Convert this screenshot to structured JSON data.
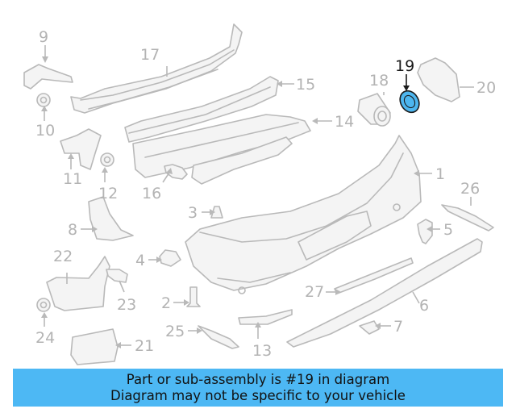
{
  "diagram": {
    "highlighted_part": "19",
    "callouts": [
      {
        "id": "c1",
        "label": "1"
      },
      {
        "id": "c2",
        "label": "2"
      },
      {
        "id": "c3",
        "label": "3"
      },
      {
        "id": "c4",
        "label": "4"
      },
      {
        "id": "c5",
        "label": "5"
      },
      {
        "id": "c6",
        "label": "6"
      },
      {
        "id": "c7",
        "label": "7"
      },
      {
        "id": "c8",
        "label": "8"
      },
      {
        "id": "c9",
        "label": "9"
      },
      {
        "id": "c10",
        "label": "10"
      },
      {
        "id": "c11",
        "label": "11"
      },
      {
        "id": "c12",
        "label": "12"
      },
      {
        "id": "c13",
        "label": "13"
      },
      {
        "id": "c14",
        "label": "14"
      },
      {
        "id": "c15",
        "label": "15"
      },
      {
        "id": "c16",
        "label": "16"
      },
      {
        "id": "c17",
        "label": "17"
      },
      {
        "id": "c18",
        "label": "18"
      },
      {
        "id": "c19",
        "label": "19"
      },
      {
        "id": "c20",
        "label": "20"
      },
      {
        "id": "c21",
        "label": "21"
      },
      {
        "id": "c22",
        "label": "22"
      },
      {
        "id": "c23",
        "label": "23"
      },
      {
        "id": "c24",
        "label": "24"
      },
      {
        "id": "c25",
        "label": "25"
      },
      {
        "id": "c26",
        "label": "26"
      },
      {
        "id": "c27",
        "label": "27"
      }
    ]
  },
  "banner": {
    "line1": "Part or sub-assembly is #19 in diagram",
    "line2": "Diagram may not be specific to your vehicle"
  },
  "colors": {
    "banner_background": "#4db8f4",
    "highlight_fill": "#4db6ef",
    "part_stroke": "#b9b9b9",
    "label_gray": "#b3b3b3"
  }
}
